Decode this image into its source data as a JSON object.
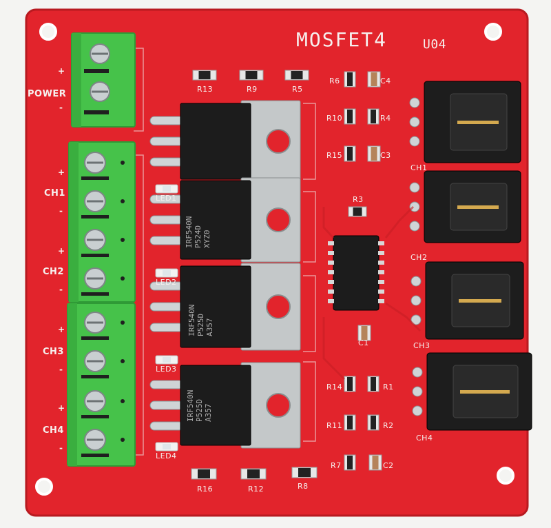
{
  "board": {
    "title": "MOSFET4",
    "version": "U04",
    "colors": {
      "pcb": "#e2242c",
      "pcb_edge": "#c41b22",
      "terminal": "#46c24a",
      "connector": "#1d1d1d",
      "silk": "#f6f0ee"
    }
  },
  "terminal_labels": {
    "power": "POWER",
    "ch1": "CH1",
    "ch2": "CH2",
    "ch3": "CH3",
    "ch4": "CH4",
    "plus": "+",
    "minus": "-"
  },
  "led_labels": [
    "LED1",
    "LED2",
    "LED3",
    "LED4"
  ],
  "resistor_labels": {
    "top": [
      "R13",
      "R9",
      "R5"
    ],
    "bottom": [
      "R16",
      "R12",
      "R8"
    ],
    "right_top": [
      "R6",
      "R10",
      "R15",
      "R4"
    ],
    "r3": "R3",
    "right_bottom": [
      "R14",
      "R11",
      "R7",
      "R1",
      "R2"
    ]
  },
  "capacitor_labels": [
    "C4",
    "C3",
    "C1",
    "C2"
  ],
  "connector_labels": [
    "CH1",
    "CH2",
    "CH3",
    "CH4"
  ],
  "mosfet_markings": [
    "",
    "IRF540N\nP524D\nXYZ0",
    "IRF540N\nP525D\nA357",
    "IRF540N\nP525D\nA357"
  ]
}
